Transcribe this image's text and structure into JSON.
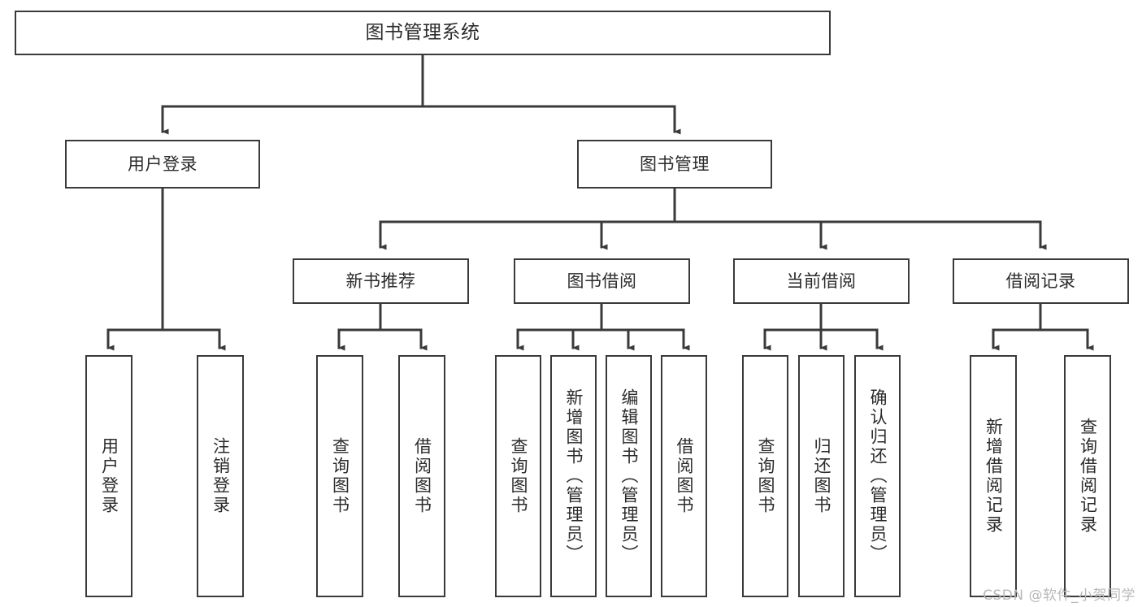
{
  "diagram": {
    "type": "tree",
    "title": "图书管理系统",
    "watermark": "CSDN @软件_小贺同学",
    "colors": {
      "box_border": "#3a3a3a",
      "box_fill": "#ffffff",
      "connector": "#3a3a3a",
      "text": "#2b2b2b",
      "watermark": "#b8b8b8",
      "background": "#ffffff"
    },
    "nodes": {
      "root": {
        "label": "图书管理系统"
      },
      "level2": [
        {
          "id": "user-login",
          "label": "用户登录"
        },
        {
          "id": "book-manage",
          "label": "图书管理"
        }
      ],
      "level3": [
        {
          "id": "new-book-rec",
          "label": "新书推荐"
        },
        {
          "id": "book-borrow",
          "label": "图书借阅"
        },
        {
          "id": "current-borrow",
          "label": "当前借阅"
        },
        {
          "id": "borrow-record",
          "label": "借阅记录"
        }
      ],
      "leaves": {
        "user_login": [
          {
            "id": "leaf-user-login",
            "label": "用户登录"
          },
          {
            "id": "leaf-logout",
            "label": "注销登录"
          }
        ],
        "new_book_rec": [
          {
            "id": "leaf-query-book-1",
            "label": "查询图书"
          },
          {
            "id": "leaf-borrow-book-1",
            "label": "借阅图书"
          }
        ],
        "book_borrow": [
          {
            "id": "leaf-query-book-2",
            "label": "查询图书"
          },
          {
            "id": "leaf-add-book",
            "label": "新增图书（管理员）"
          },
          {
            "id": "leaf-edit-book",
            "label": "编辑图书（管理员）"
          },
          {
            "id": "leaf-borrow-book-2",
            "label": "借阅图书"
          }
        ],
        "current_borrow": [
          {
            "id": "leaf-query-book-3",
            "label": "查询图书"
          },
          {
            "id": "leaf-return-book",
            "label": "归还图书"
          },
          {
            "id": "leaf-confirm-return",
            "label": "确认归还（管理员）"
          }
        ],
        "borrow_record": [
          {
            "id": "leaf-add-record",
            "label": "新增借阅记录"
          },
          {
            "id": "leaf-query-record",
            "label": "查询借阅记录"
          }
        ]
      }
    }
  }
}
